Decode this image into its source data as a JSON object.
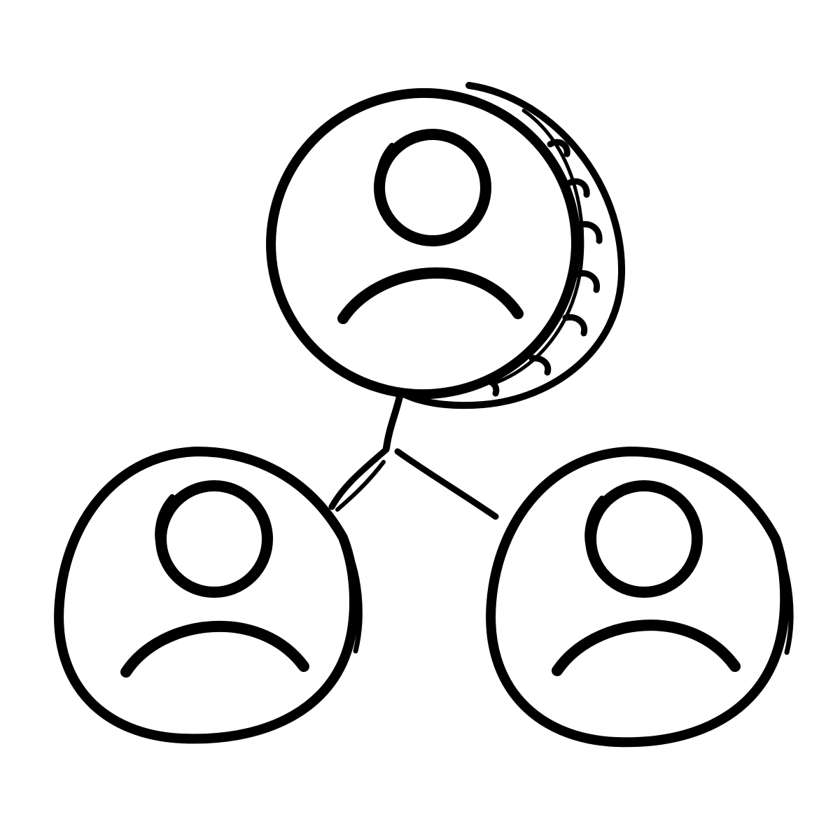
{
  "icon": {
    "name": "team-network-icon",
    "style": "hand-drawn outline",
    "stroke_color": "#000000",
    "background_color": "#ffffff",
    "nodes": [
      {
        "role": "leader",
        "icon": "user-avatar-icon",
        "has_coin_edge": true
      },
      {
        "role": "member",
        "icon": "user-avatar-icon",
        "has_coin_edge": false
      },
      {
        "role": "member",
        "icon": "user-avatar-icon",
        "has_coin_edge": false
      }
    ],
    "connector": "branching-line"
  }
}
